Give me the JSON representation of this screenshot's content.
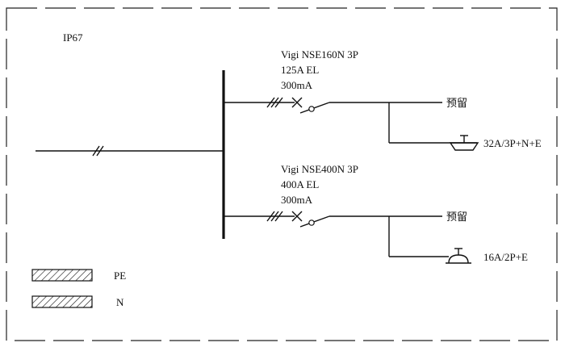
{
  "enclosure": {
    "rating": "IP67"
  },
  "branches": [
    {
      "breaker": {
        "model": "Vigi NSE160N 3P",
        "rating": "125A EL",
        "sensitivity": "300mA"
      },
      "spare_label": "预留",
      "socket_label": "32A/3P+N+E"
    },
    {
      "breaker": {
        "model": "Vigi NSE400N 3P",
        "rating": "400A EL",
        "sensitivity": "300mA"
      },
      "spare_label": "预留",
      "socket_label": "16A/2P+E"
    }
  ],
  "legend": [
    {
      "label": "PE"
    },
    {
      "label": "N"
    }
  ]
}
